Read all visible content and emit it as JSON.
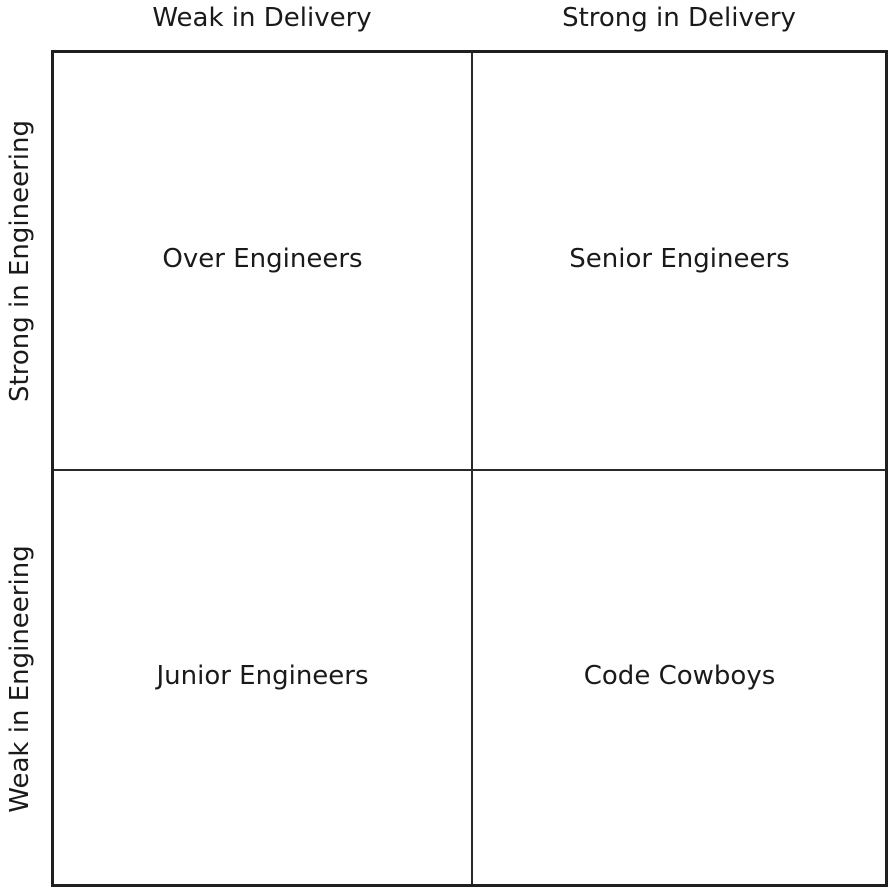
{
  "columns": [
    {
      "label": "Weak in Delivery"
    },
    {
      "label": "Strong in Delivery"
    }
  ],
  "rows": [
    {
      "label": "Strong in Engineering"
    },
    {
      "label": "Weak in Engineering"
    }
  ],
  "quadrants": {
    "top_left": "Over Engineers",
    "top_right": "Senior Engineers",
    "bottom_left": "Junior Engineers",
    "bottom_right": "Code Cowboys"
  },
  "colors": {
    "line": "#1f1f1f",
    "text": "#1a1a1a",
    "background": "#ffffff"
  }
}
